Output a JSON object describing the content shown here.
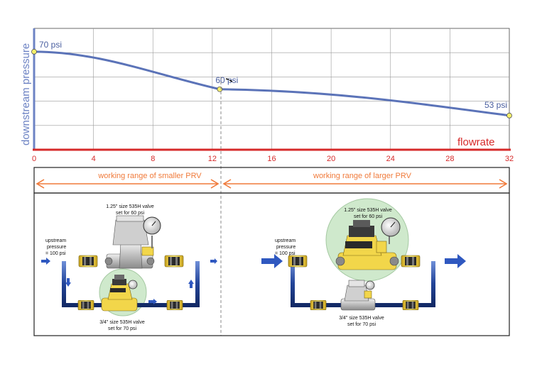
{
  "chart": {
    "ylabel": "downstream pressure",
    "xlabel": "flowrate",
    "x_ticks": [
      "0",
      "4",
      "8",
      "12",
      "16",
      "20",
      "24",
      "28",
      "32"
    ],
    "points": [
      {
        "label": "70 psi",
        "flow": 0,
        "psi": 70
      },
      {
        "label": "60 psi",
        "flow": 12.5,
        "psi": 60
      },
      {
        "label": "53 psi",
        "flow": 32,
        "psi": 53
      }
    ]
  },
  "ranges": {
    "smaller": "working range of smaller PRV",
    "larger": "working range of larger PRV"
  },
  "left_diagram": {
    "upstream_line1": "upstream",
    "upstream_line2": "pressure",
    "upstream_line3": "= 100 psi",
    "big_valve_line1": "1.25\" size 535H valve",
    "big_valve_line2": "set for 60 psi",
    "small_valve_line1": "3/4\" size 535H valve",
    "small_valve_line2": "set for 70 psi"
  },
  "right_diagram": {
    "upstream_line1": "upstream",
    "upstream_line2": "pressure",
    "upstream_line3": "= 100 psi",
    "big_valve_line1": "1.25\" size 535H valve",
    "big_valve_line2": "set for 60 psi",
    "small_valve_line1": "3/4\" size 535H valve",
    "small_valve_line2": "set for 70 psi"
  },
  "colors": {
    "curve": "#5b73b8",
    "axis_y": "#6d83c4",
    "axis_x": "#d62a2a",
    "range_arrow": "#f07a3a",
    "pipe": "#23459a",
    "flow_arrow": "#2f58c0",
    "valve_brass": "#f2d64a",
    "highlight": "#cfe9cc",
    "point": "#f5f06a"
  }
}
